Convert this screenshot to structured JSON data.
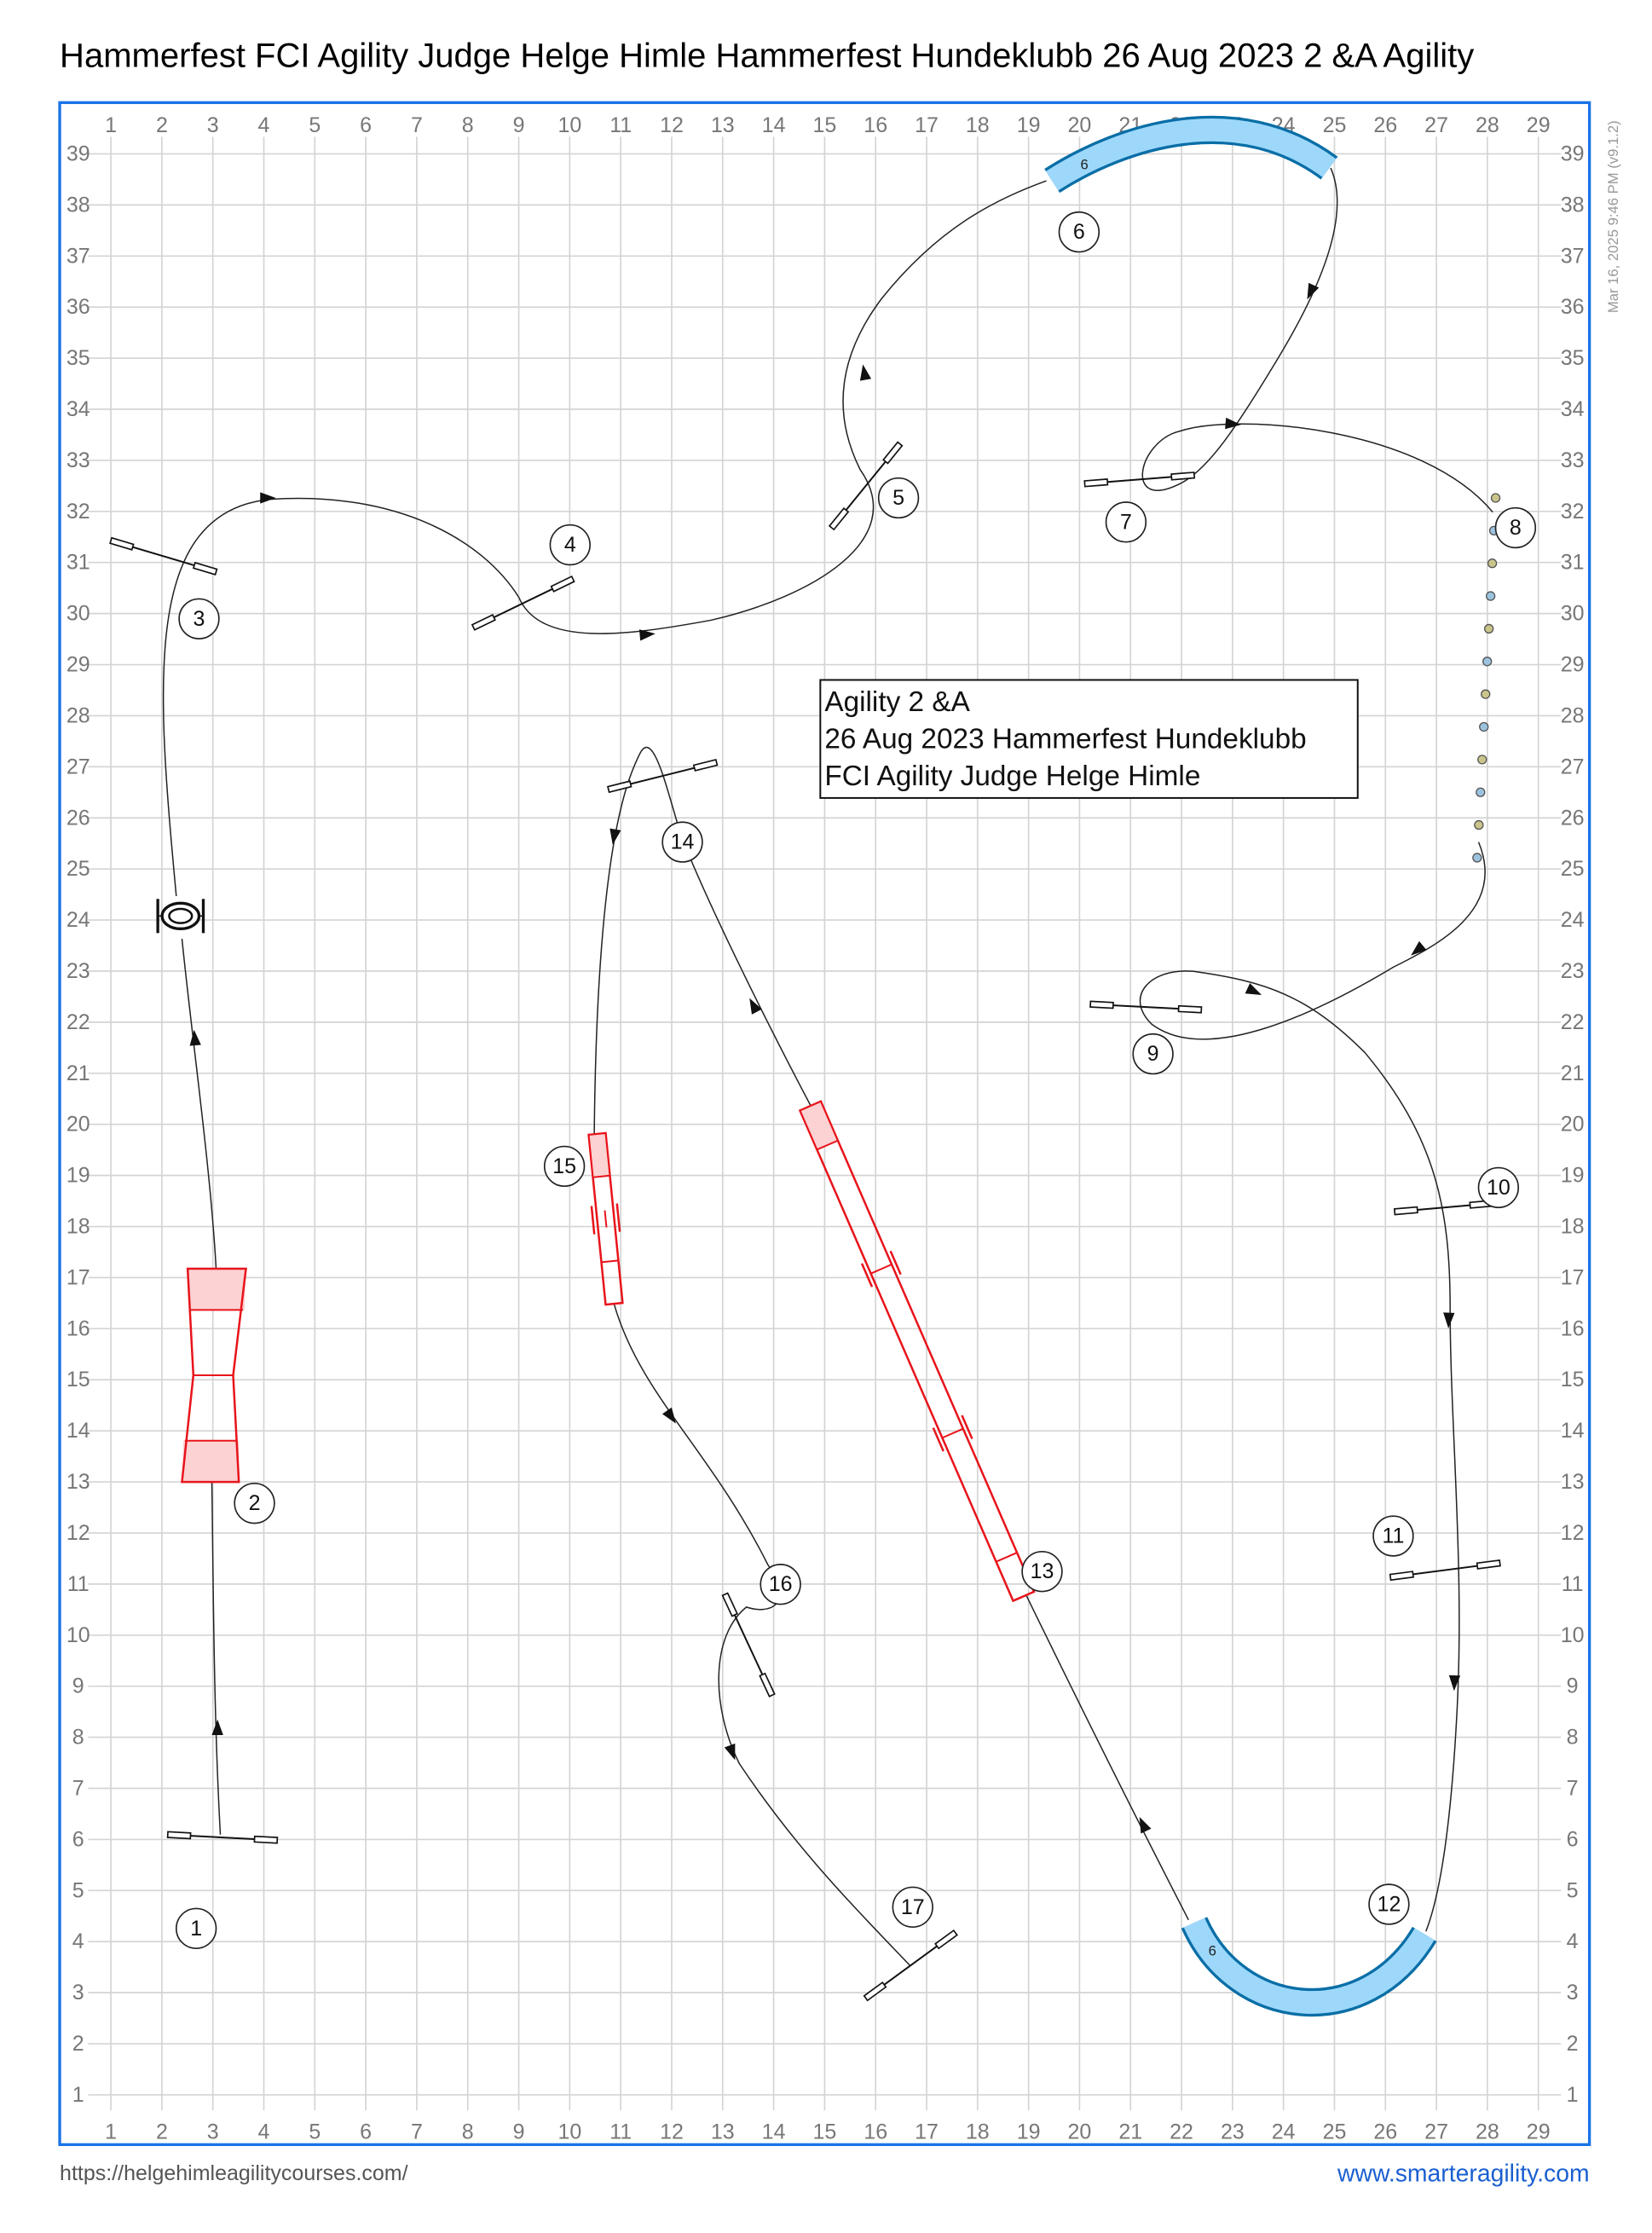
{
  "title": "Hammerfest FCI Agility Judge Helge Himle Hammerfest Hundeklubb 26 Aug 2023 2 &A Agility",
  "timestamp": "Mar 16, 2025 9:46 PM  (v9.1.2)",
  "info_box": {
    "line1": "Agility 2 &A",
    "line2": "26 Aug 2023 Hammerfest Hundeklubb",
    "line3": "FCI Agility Judge Helge Himle"
  },
  "footer": {
    "left_link": "https://helgehimleagilitycourses.com/",
    "right_link": "www.smarteragility.com"
  },
  "grid": {
    "x_max": 29,
    "y_max": 39
  },
  "tunnel_label": "6",
  "obstacle_numbers": [
    "1",
    "2",
    "3",
    "4",
    "5",
    "6",
    "7",
    "8",
    "9",
    "10",
    "11",
    "12",
    "13",
    "14",
    "15",
    "16",
    "17"
  ],
  "colors": {
    "border": "#1a73e8",
    "tunnel_fill": "#9dd8fb",
    "tunnel_stroke": "#0a6ea6",
    "contact": "#e8141b",
    "link": "#1a5fd0"
  }
}
